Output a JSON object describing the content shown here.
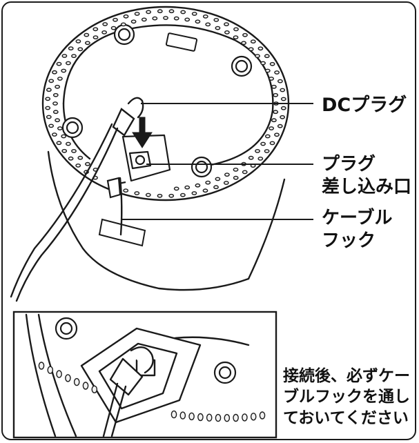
{
  "labels": {
    "dc_plug": "DCプラグ",
    "plug_inlet": [
      "プラグ",
      "差し込み口"
    ],
    "cable_hook": [
      "ケーブル",
      "フック"
    ]
  },
  "inset_note": [
    "接続後、必ずケー",
    "ブルフックを通し",
    "ておいてください"
  ],
  "colors": {
    "line": "#1a1a1a",
    "fill": "#ffffff",
    "hole": "#f2f2f2"
  }
}
